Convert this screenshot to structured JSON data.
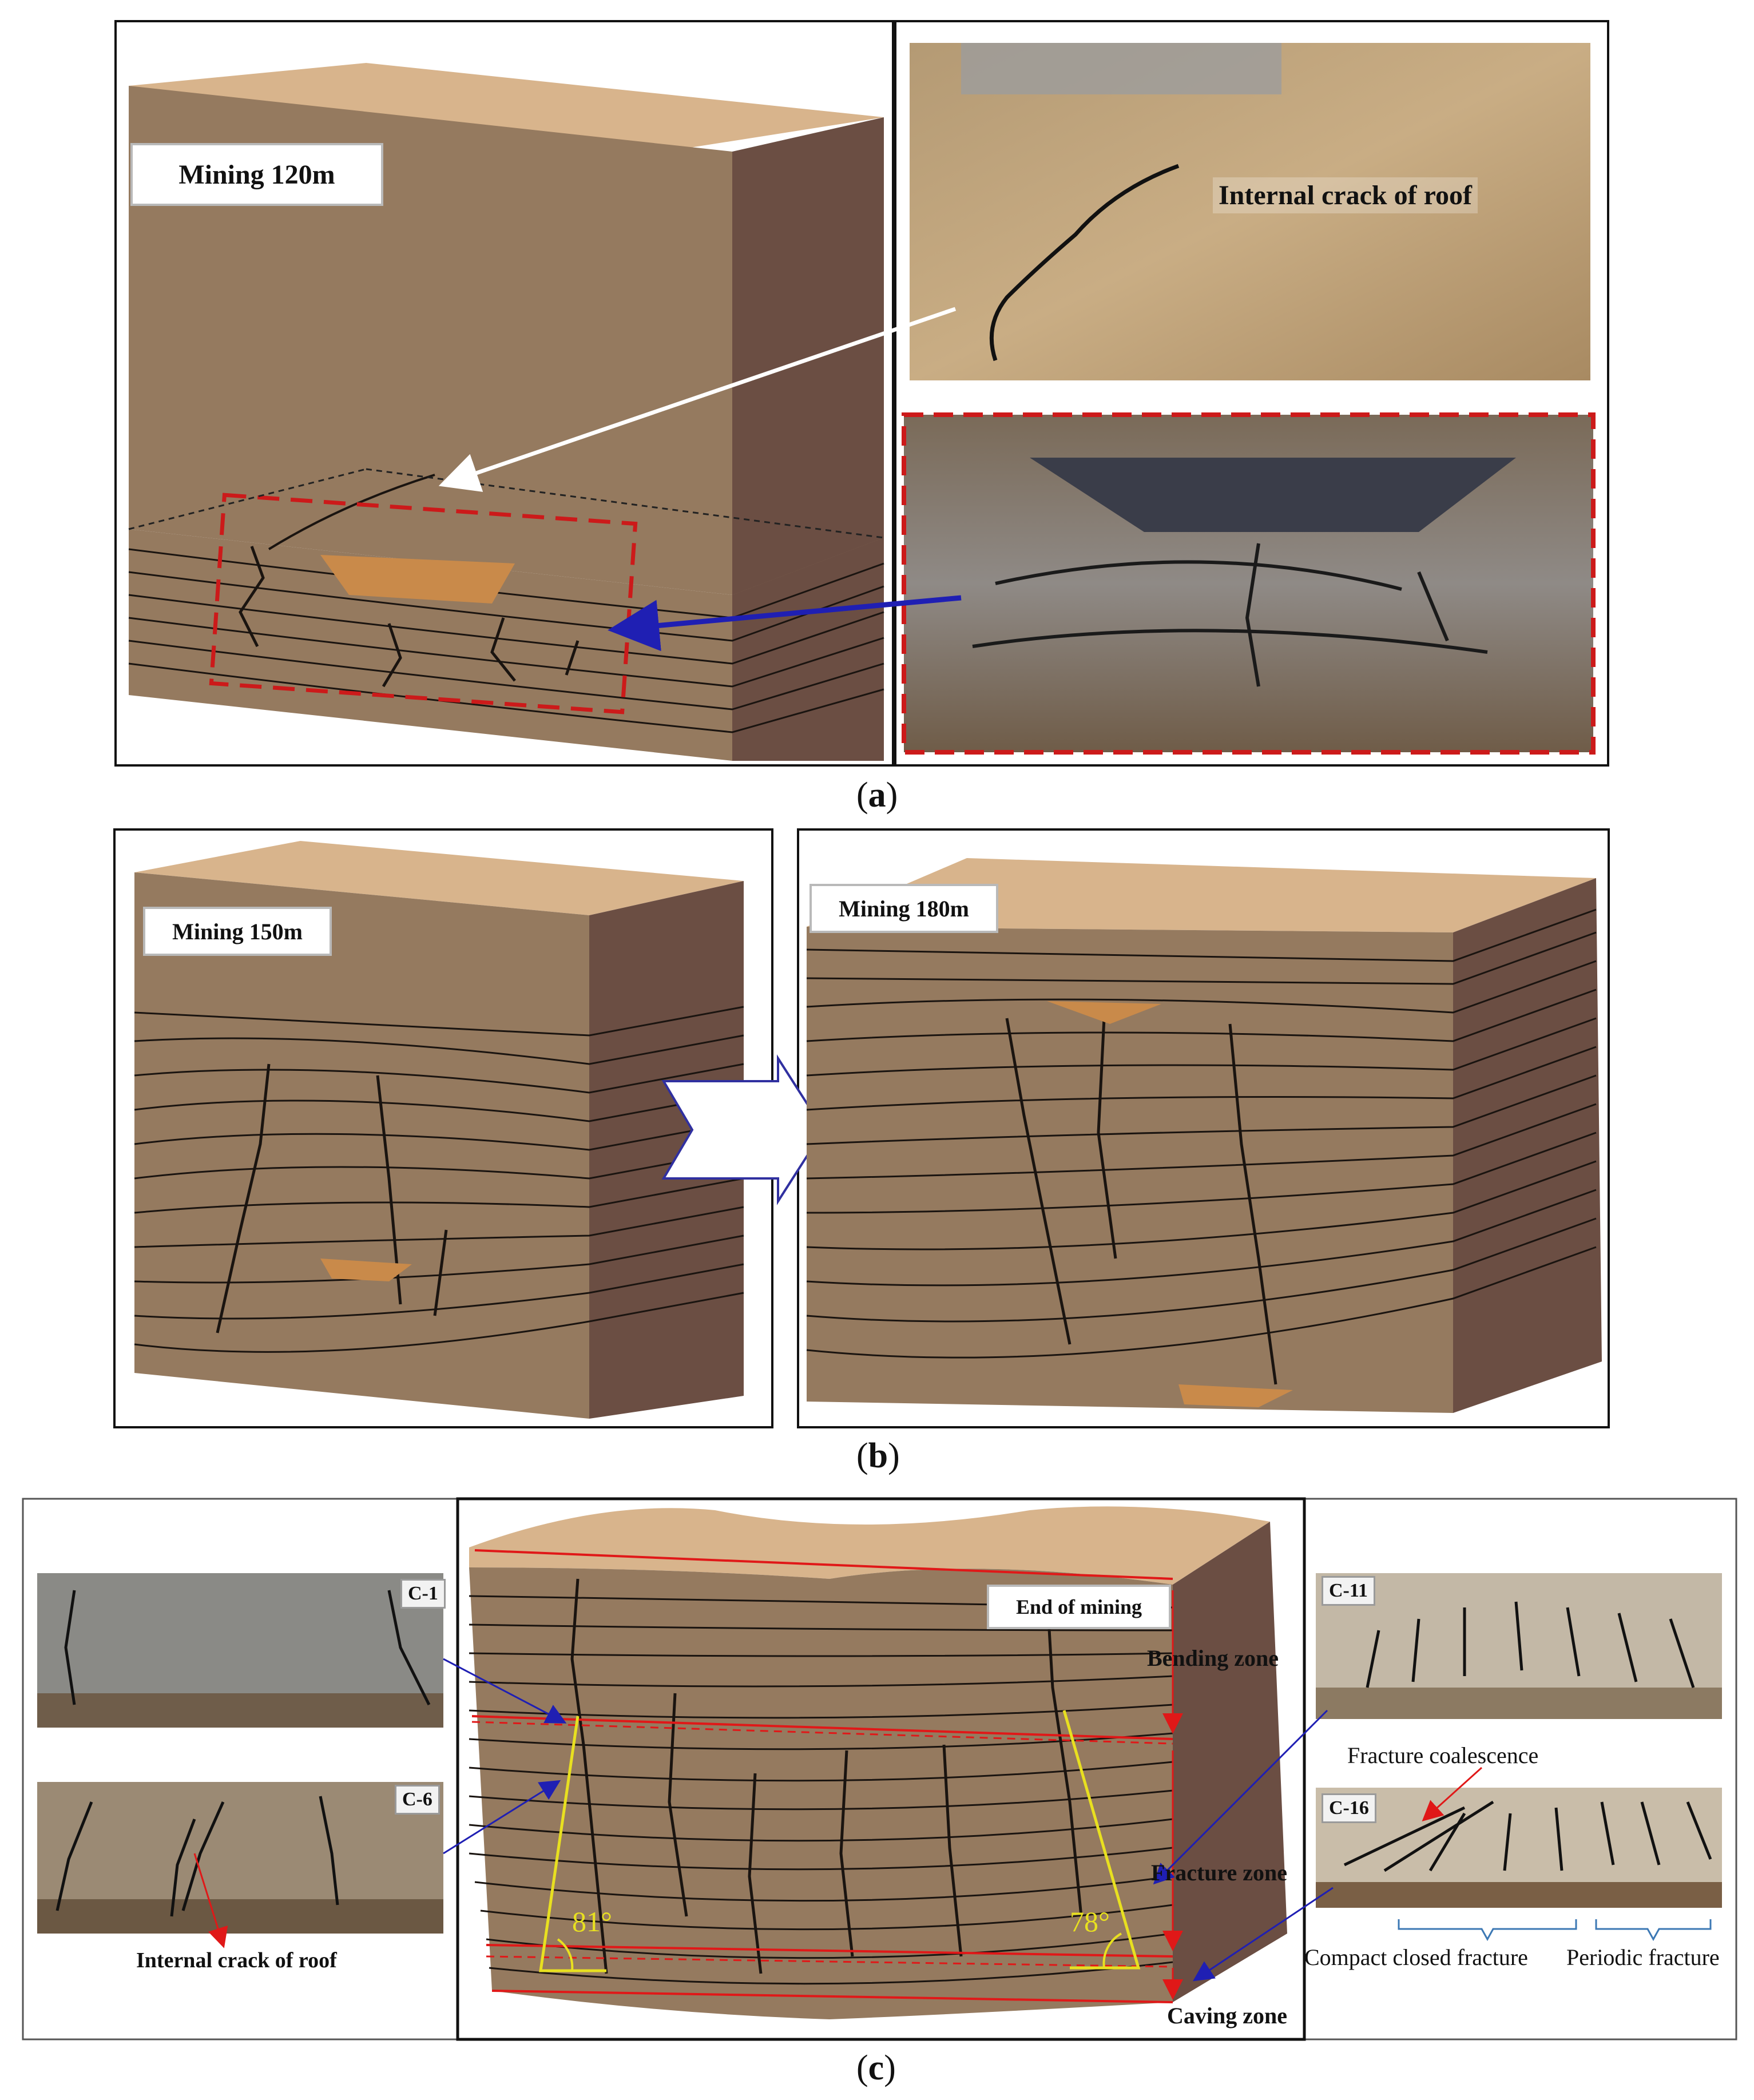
{
  "panel_a": {
    "label": "Mining 120m",
    "photo_label": "Internal crack of roof",
    "caption": "a"
  },
  "panel_b": {
    "left_label": "Mining 150m",
    "right_label": "Mining 180m",
    "caption": "b"
  },
  "panel_c": {
    "center_label": "End of mining",
    "zones": {
      "bending": "Bending zone",
      "fracture": "Fracture zone",
      "caving": "Caving zone"
    },
    "angles": {
      "left": "81°",
      "right": "78°"
    },
    "tags": {
      "c1": "C-1",
      "c6": "C-6",
      "c11": "C-11",
      "c16": "C-16"
    },
    "left_note": "Internal crack of roof",
    "coalescence": "Fracture coalescence",
    "bottom_left": "Compact closed fracture",
    "bottom_right": "Periodic fracture",
    "caption": "c"
  },
  "colors": {
    "model_top": "#d8b48c",
    "model_front": "#957a5f",
    "model_side": "#6b4e43",
    "crack": "#1a1410",
    "cavity": "#c98a4a",
    "arrow_white": "#ffffff",
    "arrow_blue": "#1f1fb3",
    "zone_line": "#e01818",
    "angle_line": "#e8e020"
  }
}
